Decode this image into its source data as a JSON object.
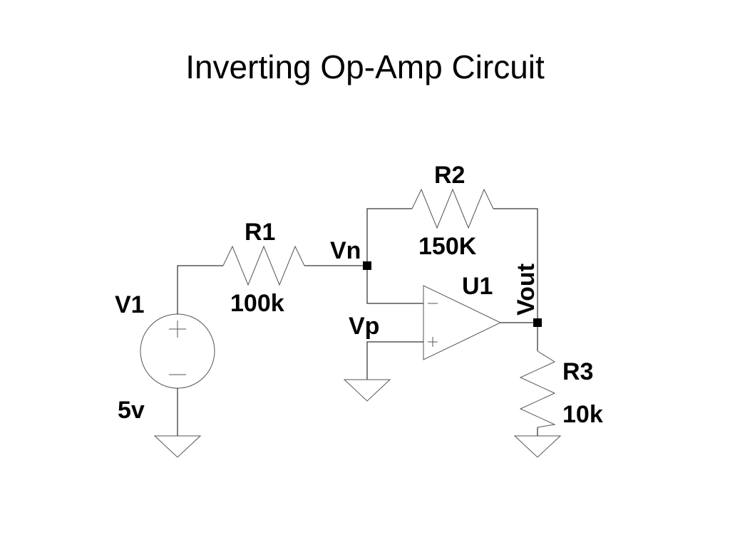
{
  "title": "Inverting Op-Amp Circuit",
  "components": {
    "v1": {
      "name": "V1",
      "value": "5v"
    },
    "r1": {
      "name": "R1",
      "value": "100k"
    },
    "r2": {
      "name": "R2",
      "value": "150K"
    },
    "r3": {
      "name": "R3",
      "value": "10k"
    },
    "u1": {
      "name": "U1"
    }
  },
  "nets": {
    "vn": "Vn",
    "vp": "Vp",
    "vout": "Vout"
  },
  "colors": {
    "wire": "#000000",
    "symbol": "#555555",
    "background": "#ffffff"
  }
}
